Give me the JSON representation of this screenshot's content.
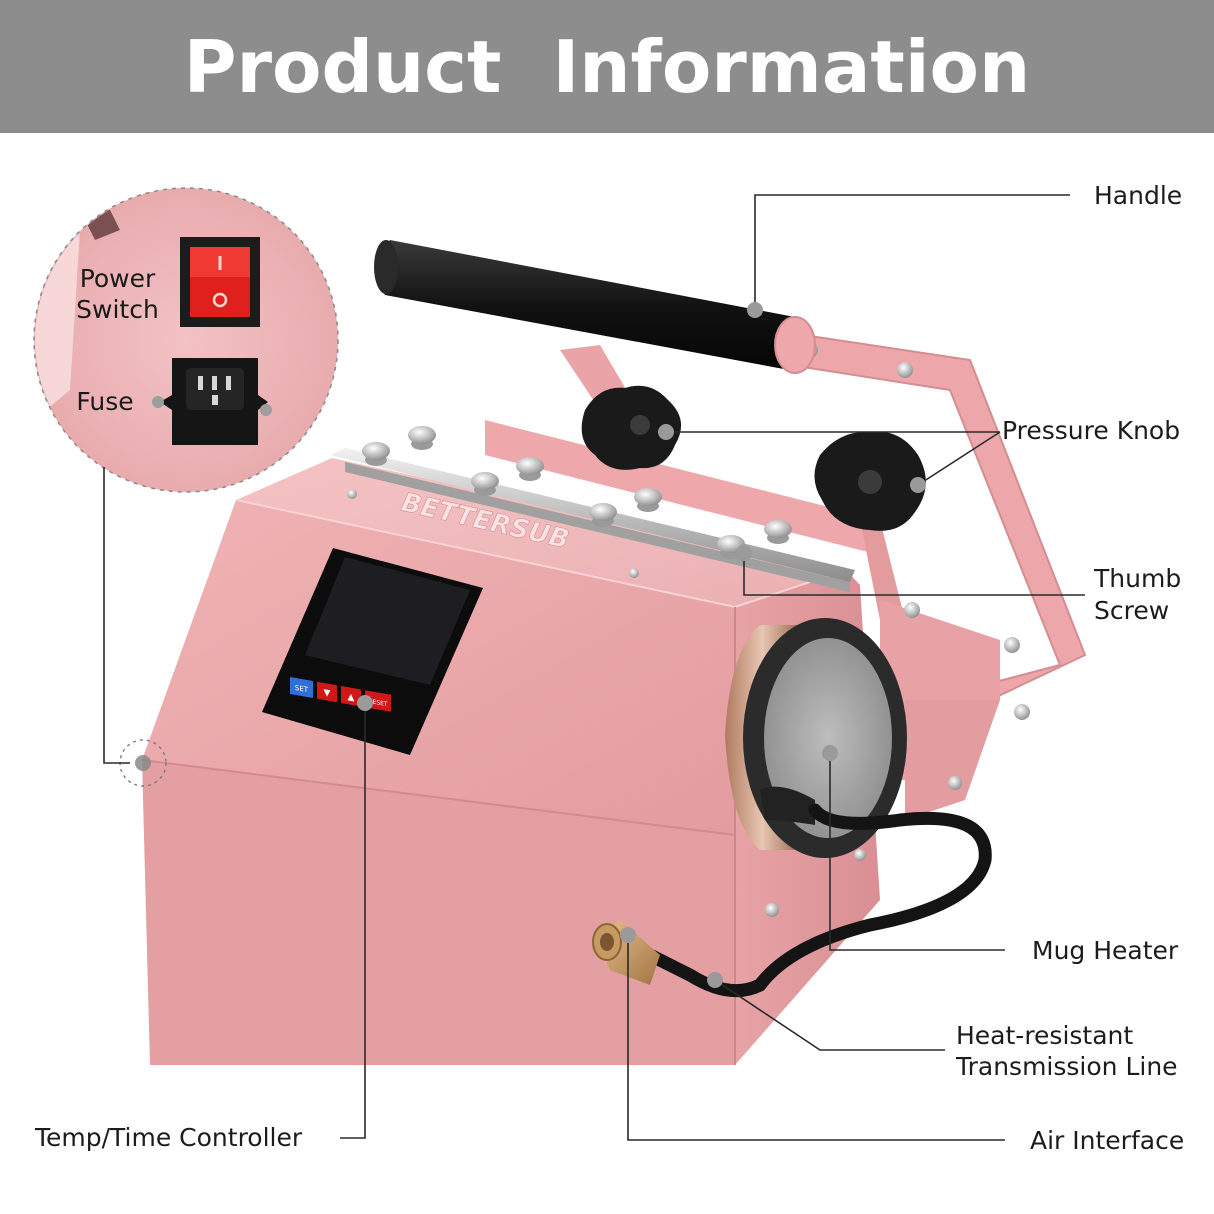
{
  "header": {
    "title": "Product Information"
  },
  "brand": {
    "logo_text": "BETTERSUB"
  },
  "inset": {
    "power_switch_label": "Power\nSwitch",
    "fuse_label": "Fuse"
  },
  "controller": {
    "buttons": [
      "SET",
      "▼",
      "▲",
      "RESET"
    ]
  },
  "callouts": {
    "handle": "Handle",
    "pressure_knob": "Pressure Knob",
    "thumb_screw_line1": "Thumb",
    "thumb_screw_line2": "Screw",
    "mug_heater": "Mug Heater",
    "transmission_line1": "Heat-resistant",
    "transmission_line2": "Transmission Line",
    "air_interface": "Air Interface",
    "temp_time_controller": "Temp/Time Controller"
  },
  "colors": {
    "banner": "#8d8d8d",
    "machine_pink": "#e8a9ab",
    "switch_red": "#e0201c"
  }
}
